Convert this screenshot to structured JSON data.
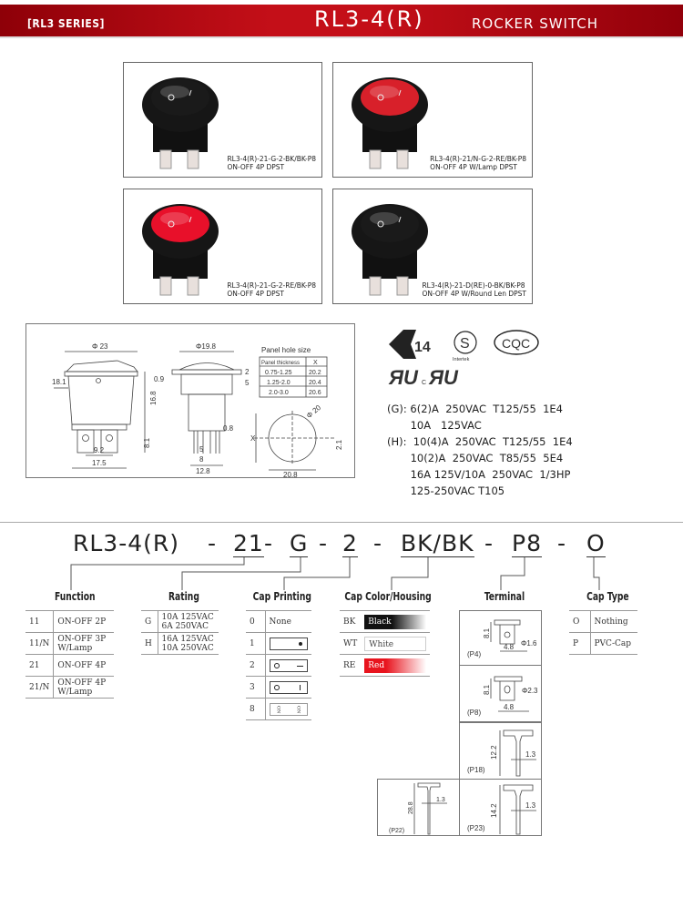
{
  "header": {
    "series": "[RL3 SERIES]",
    "title": "RL3-4(R)",
    "subtitle": "ROCKER SWITCH"
  },
  "products": [
    {
      "model": "RL3-4(R)-21-G-2-BK/BK-P8",
      "desc": "ON-OFF 4P DPST",
      "cap_color": "#1a1a1a"
    },
    {
      "model": "RL3-4(R)-21/N-G-2-RE/BK-P8",
      "desc": "ON-OFF 4P W/Lamp DPST",
      "cap_color": "#d8202a"
    },
    {
      "model": "RL3-4(R)-21-G-2-RE/BK-P8",
      "desc": "ON-OFF 4P DPST",
      "cap_color": "#e8102a"
    },
    {
      "model": "RL3-4(R)-21-D(RE)-0-BK/BK-P8",
      "desc": "ON-OFF 4P W/Round Len DPST",
      "cap_color": "#1a1a1a"
    }
  ],
  "drawing": {
    "dims": {
      "d23": "Φ 23",
      "d18_1": "18.1",
      "d16_8": "16.8",
      "d8_1": "8.1",
      "d9_2": "9.2",
      "d17_5": "17.5",
      "d19_8": "Φ19.8",
      "d0_9": "0.9",
      "d2": "2",
      "d5a": "5",
      "d0_8": "0.8",
      "d5b": "5",
      "d8": "8",
      "d12_8": "12.8",
      "x": "X",
      "d20": "Φ 20",
      "d2_1": "2.1",
      "d20_8": "20.8"
    },
    "panel": {
      "title": "Panel hole size",
      "headers": [
        "Panel thickness",
        "X"
      ],
      "rows": [
        [
          "0.75-1.25",
          "20.2"
        ],
        [
          "1.25-2.0",
          "20.4"
        ],
        [
          "2.0-3.0",
          "20.6"
        ]
      ]
    }
  },
  "certs": {
    "enec": "14",
    "intertek": "Intertek",
    "cqc": "CQC",
    "ul_c": "C"
  },
  "specs": [
    "(G): 6(2)A  250VAC  T125/55  1E4",
    "       10A   125VAC",
    "(H):  10(4)A  250VAC  T125/55  1E4",
    "       10(2)A  250VAC  T85/55  5E4",
    "       16A 125V/10A  250VAC  1/3HP",
    "       125-250VAC T105"
  ],
  "part_number": {
    "base": "RL3-4(R)",
    "sep": "-",
    "function": "21",
    "rating": "G",
    "cap_printing": "2",
    "color": "BK/BK",
    "terminal": "P8",
    "cap_type": "O"
  },
  "function": {
    "title": "Function",
    "rows": [
      [
        "11",
        "ON-OFF  2P"
      ],
      [
        "11/N",
        "ON-OFF 3P W/Lamp"
      ],
      [
        "21",
        "ON-OFF 4P"
      ],
      [
        "21/N",
        "ON-OFF 4P W/Lamp"
      ]
    ]
  },
  "rating": {
    "title": "Rating",
    "rows": [
      [
        "G",
        "10A  125VAC",
        "6A    250VAC"
      ],
      [
        "H",
        "16A  125VAC",
        "10A  250VAC"
      ]
    ]
  },
  "cap_printing": {
    "title": "Cap Printing",
    "rows": [
      "0",
      "1",
      "2",
      "3",
      "8"
    ],
    "none_label": "None"
  },
  "cap_color": {
    "title": "Cap Color/Housing",
    "rows": [
      [
        "BK",
        "Black",
        "#111111"
      ],
      [
        "WT",
        "White",
        "#ffffff"
      ],
      [
        "RE",
        "Red",
        "#e8141e"
      ]
    ]
  },
  "terminal": {
    "title": "Terminal",
    "items": [
      {
        "label": "(P4)",
        "h": "8.1",
        "w": "4.8",
        "d": "Φ1.6"
      },
      {
        "label": "(P8)",
        "h": "8.1",
        "w": "4.8",
        "d": "Φ2.3"
      },
      {
        "label": "(P18)",
        "h": "12.2",
        "w": "1.3"
      },
      {
        "label": "(P22)",
        "h": "28.8",
        "w": "1.3"
      },
      {
        "label": "(P23)",
        "h": "14.2",
        "w": "1.3"
      }
    ]
  },
  "cap_type": {
    "title": "Cap Type",
    "rows": [
      [
        "O",
        "Nothing"
      ],
      [
        "P",
        "PVC-Cap"
      ]
    ]
  }
}
